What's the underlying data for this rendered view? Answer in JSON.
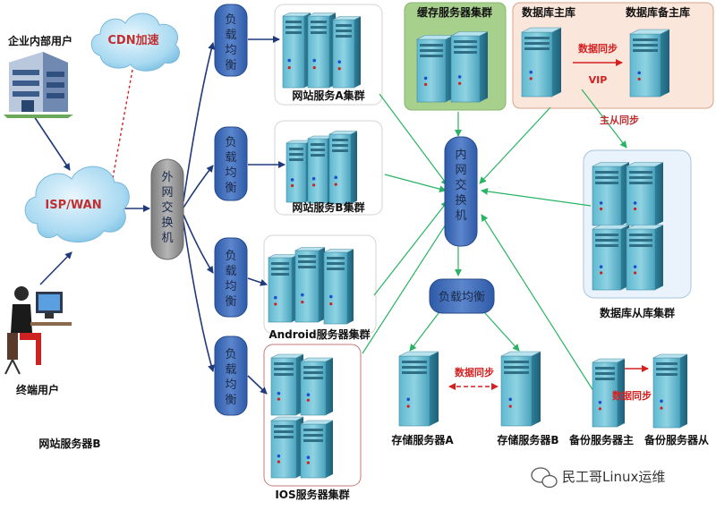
{
  "labels": {
    "enterprise_user": "企业内部用户",
    "cdn": "CDN加速",
    "isp": "ISP/WAN",
    "terminal_user": "终端用户",
    "site_server_b_caption": "网站服务器B",
    "external_switch": "外网交换机",
    "lb1": "负载均衡",
    "lb2": "负载均衡",
    "lb3": "负载均衡",
    "lb4": "负载均衡",
    "cluster_a": "网站服务A集群",
    "cluster_b": "网站服务B集群",
    "cluster_android": "Android服务器集群",
    "cluster_ios": "IOS服务器集群",
    "cache_cluster": "缓存服务器集群",
    "db_master": "数据库主库",
    "db_backup_master": "数据库备主库",
    "data_sync_db": "数据同步",
    "vip": "VIP",
    "master_slave_sync": "主从同步",
    "db_slave_cluster": "数据库从库集群",
    "internal_switch": "内网交换机",
    "lb_internal": "负载均衡",
    "storage_a": "存储服务器A",
    "storage_b": "存储服务器B",
    "data_sync_storage": "数据同步",
    "backup_master": "备份服务器主",
    "backup_slave": "备份服务器从",
    "data_sync_backup": "数据同步",
    "watermark": "民工哥Linux运维"
  },
  "colors": {
    "green_link": "#28b463",
    "navy_link": "#1f3a7a",
    "red_dashed": "#d42020",
    "switch_blue": "#3f6ab3",
    "switch_gray": "#9a9a9a",
    "cache_bg": "#a8d08d",
    "db_master_bg": "#fbe6dc",
    "db_slave_bg": "#eaf3fb"
  }
}
